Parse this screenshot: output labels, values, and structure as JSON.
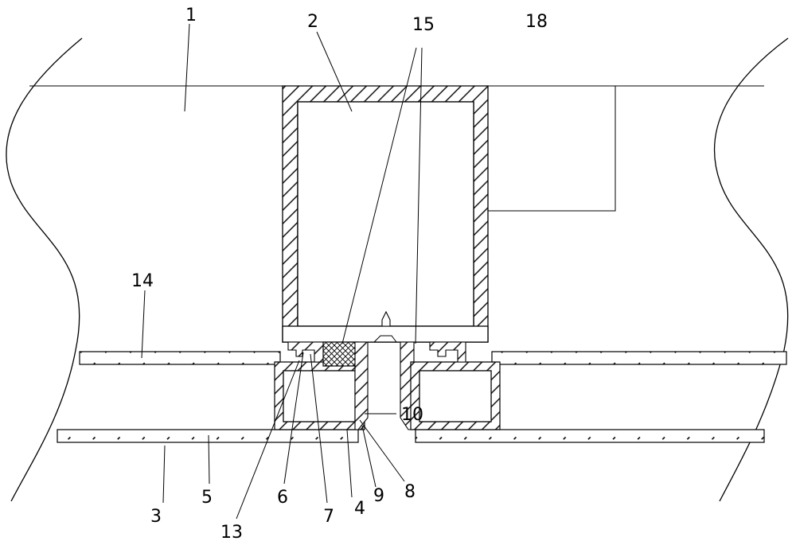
{
  "labels": {
    "l1": "1",
    "l2": "2",
    "l15": "15",
    "l18": "18",
    "l14": "14",
    "l10": "10",
    "l3": "3",
    "l5": "5",
    "l6": "6",
    "l13": "13",
    "l7": "7",
    "l4": "4",
    "l9": "9",
    "l8": "8"
  }
}
